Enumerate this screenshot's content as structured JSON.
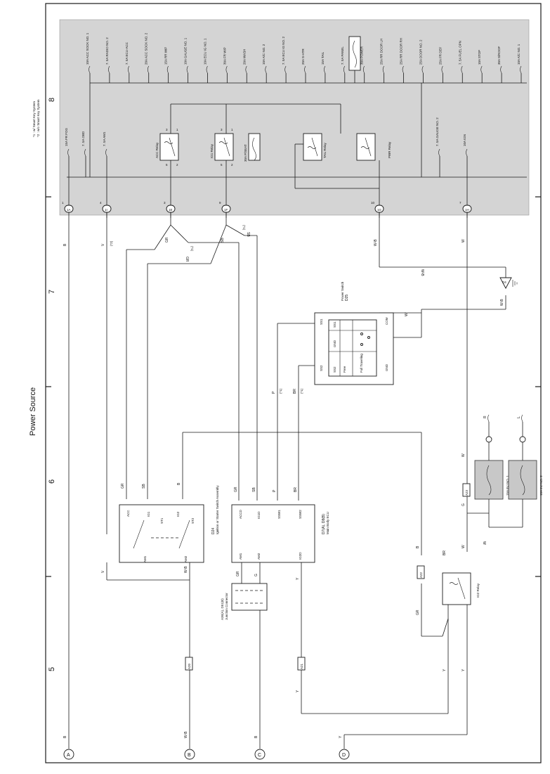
{
  "title": "Power Source",
  "notes": [
    "*1 : w/ Smart Key System",
    "*2 : w/o Smart Key System"
  ],
  "grid_numbers": [
    "8",
    "7",
    "6",
    "5"
  ],
  "fuses_top": [
    "10A ACC SOCK NO. 1",
    "7. 5A RADIO NO. 2",
    "7. 5A ECU-ACC",
    "20A ACC SOCK NO. 2",
    "15A RR WIP",
    "10A GAUGE NO. 1",
    "10A ECU IG NO. 1",
    "30A FR WIP",
    "20A WASH",
    "10A A/C NO. 2",
    "7. 5A ECU IG NO. 2",
    "20A S-HTR",
    "15A TAIL",
    "7. 5A PANEL",
    "30A POWER",
    "25A RR DOOR LH",
    "25A RR DOOR RH",
    "25A DOOR NO. 2",
    "25A FR DEF",
    "7. 5A FUEL OPN",
    "10A STOP",
    "30A S/ROOF",
    "10A A/C NO. 1"
  ],
  "fuses_left": [
    "15A FR FOG",
    "7. 5A OBD",
    "7. 5A AM1",
    "30A P/SEAT",
    "7. 5A GAUGE NO. 2",
    "10A IGN"
  ],
  "relays": {
    "acc": "ACC Relay",
    "ig1": "IG1 Relay",
    "tail": "TAIL Relay",
    "pwr": "PWR Relay",
    "ig2": "IG2 Relay"
  },
  "connectors": {
    "1A": "1A",
    "1I": "1I",
    "1E": "1E",
    "1F": "1F",
    "1G": "1G",
    "1H": "1H",
    "A20": "A20",
    "A21": "A21",
    "A22": "A22",
    "A23": "A23",
    "D3": "D3",
    "pins": [
      "1",
      "4",
      "3",
      "9",
      "10",
      "7",
      "2",
      "11",
      "12",
      "2",
      "2",
      "2",
      "2",
      "2",
      "3",
      "3",
      "5",
      "1",
      "6",
      "8",
      "6",
      "8",
      "16",
      "17",
      "22",
      "3",
      "11",
      "4",
      "5",
      "2",
      "7",
      "1",
      "2",
      "2",
      "1",
      "1"
    ]
  },
  "wires": {
    "B": "B",
    "V": "V",
    "GR": "GR",
    "SB": "SB",
    "W_B": "W-B",
    "W": "W",
    "P": "P",
    "BR": "BR",
    "Y": "Y",
    "G": "G",
    "R": "R",
    "L": "L",
    "L2": "L"
  },
  "wire_notes": {
    "s1": "(*1)",
    "s2": "(*2)"
  },
  "ignition": {
    "name": "D24",
    "desc": "Ignition or Starter Switch Assembly",
    "pins": [
      "ACC",
      "IG1",
      "ST1",
      "IG2",
      "ST2",
      "AM1",
      "AM2"
    ]
  },
  "main_ecu": {
    "name": "D7(A), D8(B)",
    "desc": "Main Body ECU",
    "pins": [
      "ACCD",
      "IG1D",
      "SSW1",
      "SSW2",
      "AM1",
      "AM2",
      "IG2D"
    ]
  },
  "junction": {
    "name": "A36(A), D51(B)",
    "desc": "Junction Connector"
  },
  "power_switch": {
    "name": "D25",
    "desc": "Power Switch",
    "pins": [
      "SS1",
      "SS2",
      "COM",
      "GND",
      "SS1",
      "GND",
      "SS2"
    ],
    "modes": [
      "Free",
      "Full Traveling"
    ]
  },
  "inj": [
    "15A INJ NO. 1",
    "10A INJ NO. 2"
  ],
  "ground": "D4",
  "off_page": [
    "A",
    "B",
    "C",
    "D"
  ]
}
